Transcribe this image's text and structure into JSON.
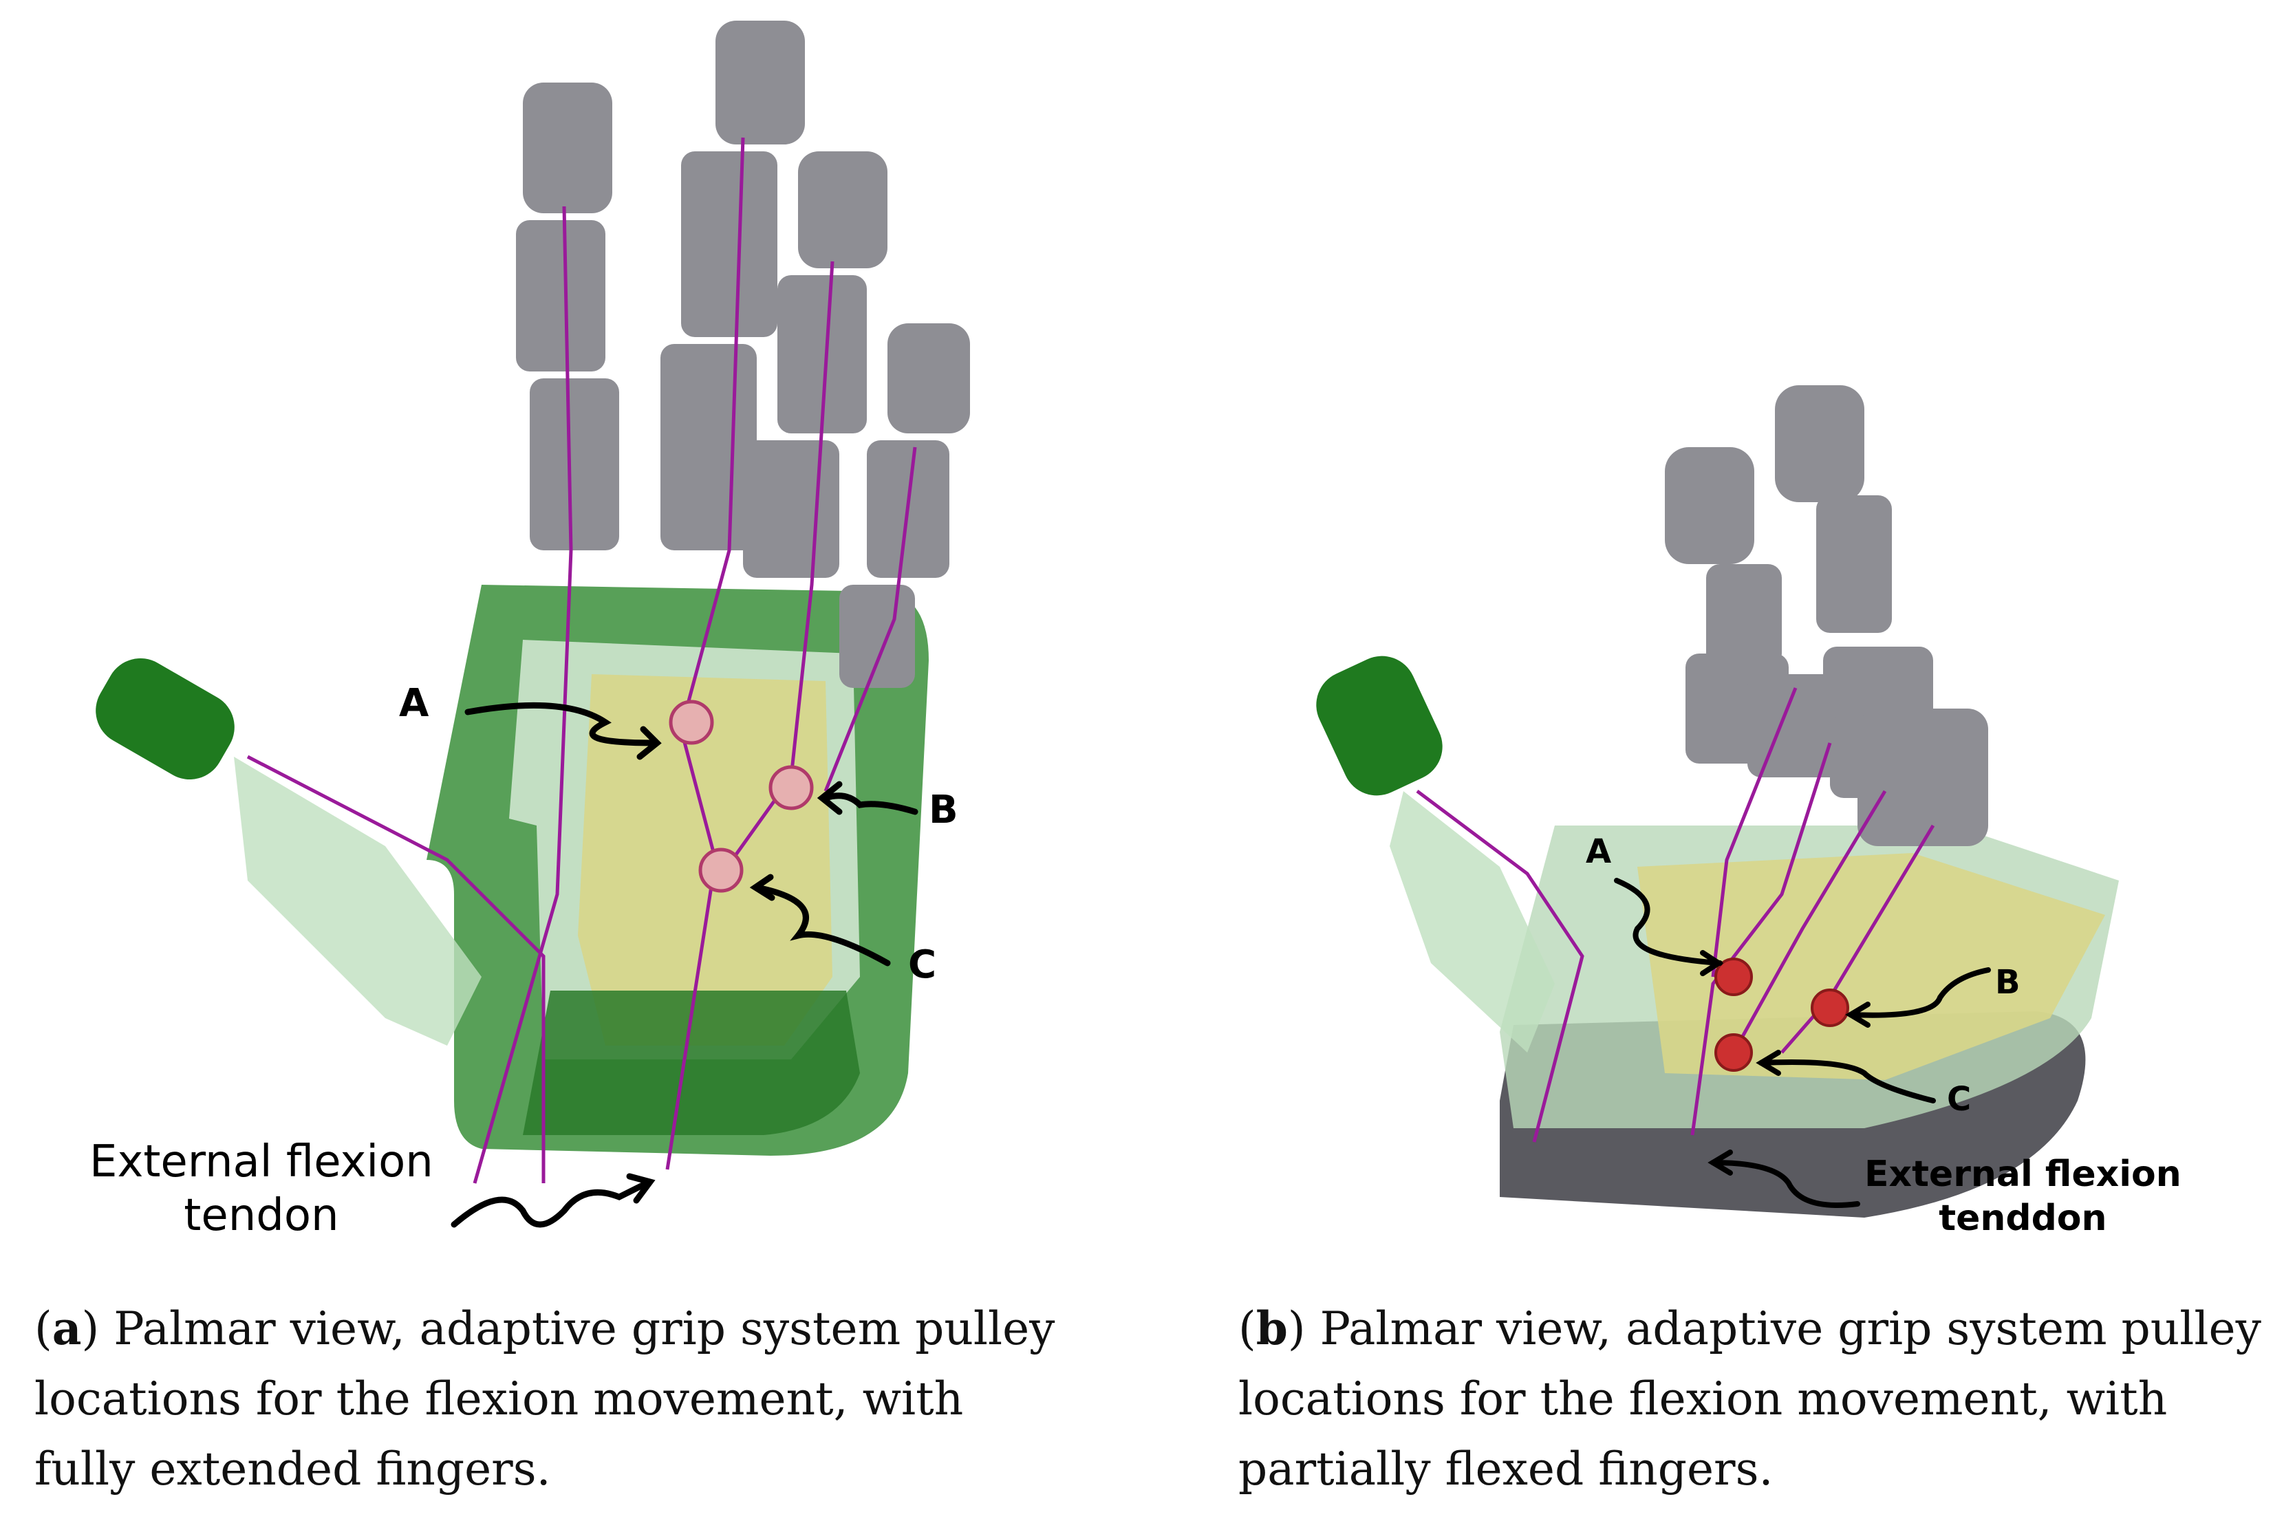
{
  "panel_a": {
    "labels": {
      "A": "A",
      "B": "B",
      "C": "C"
    },
    "tendon_label_line1": "External flexion",
    "tendon_label_line2": "tendon",
    "caption_tag": "a",
    "caption_text": "Palmar view, adaptive grip system pulley locations for the flexion movement, with fully extended fingers."
  },
  "panel_b": {
    "labels": {
      "A": "A",
      "B": "B",
      "C": "C"
    },
    "tendon_label_line1": "External flexion",
    "tendon_label_line2": "tenddon",
    "caption_tag": "b",
    "caption_text": "Palmar view, adaptive grip system pulley locations for the flexion movement, with partially flexed fingers."
  },
  "colors": {
    "finger_gray": "#8e8e94",
    "palm_green": "#2f8a2f",
    "thumb_green": "#1f7a1f",
    "yellow_plate": "#d8d68a",
    "tendon_purple": "#9a1a9a",
    "pulley_red": "#cc3030"
  }
}
